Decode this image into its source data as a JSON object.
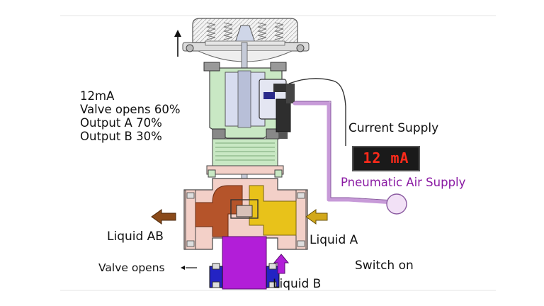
{
  "info": {
    "current": "12mA",
    "valve_opening": "Valve opens 60%",
    "output_a": "Output A 70%",
    "output_b": "Output B 30%"
  },
  "labels": {
    "current_supply": "Current Supply",
    "pneumatic_air_supply": "Pneumatic Air Supply",
    "liquid_ab": "Liquid AB",
    "liquid_a": "Liquid A",
    "liquid_b": "Liquid B",
    "valve_opens": "Valve opens",
    "switch_on": "Switch on"
  },
  "display": {
    "reading": "12 mA"
  },
  "colors": {
    "liquid_ab": "#b5542a",
    "liquid_a": "#e8c21a",
    "liquid_b": "#b21ed8",
    "air_line": "#c79ad8",
    "actuator_green": "#c9e8c4",
    "valve_body": "#f3d0c8",
    "lcd_text": "#ff2a1a"
  }
}
